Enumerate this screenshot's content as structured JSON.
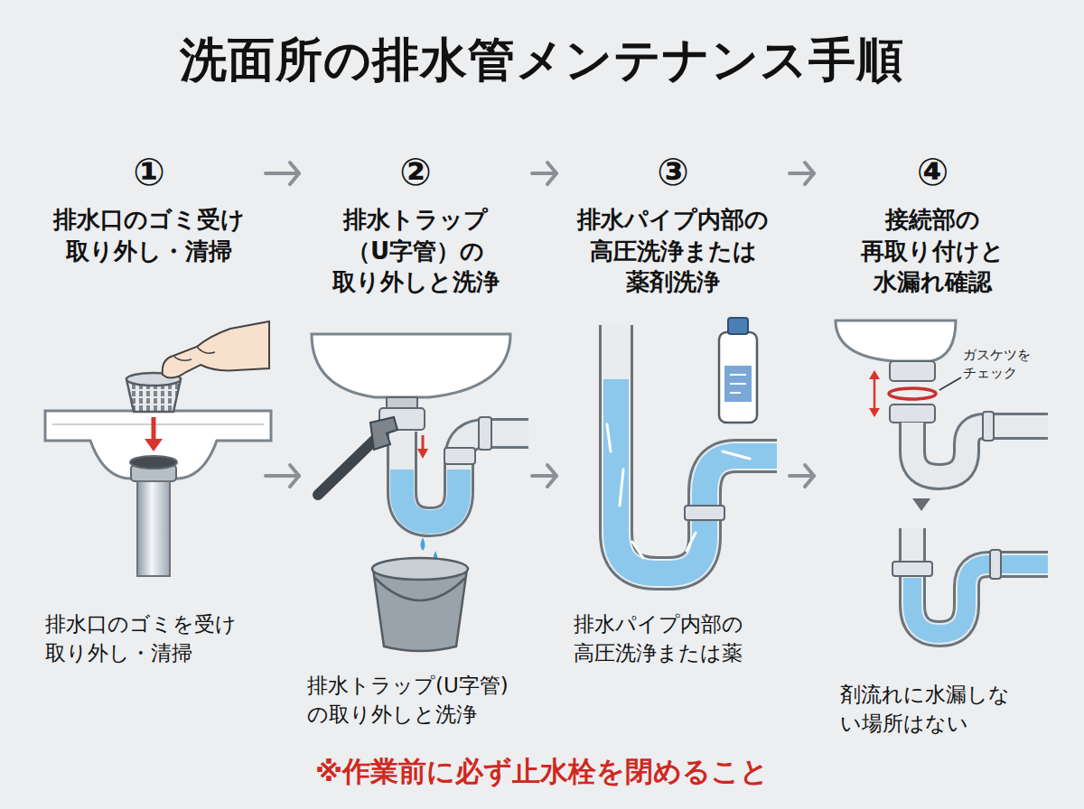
{
  "diagram": {
    "title": "洗面所の排水管メンテナンス手順",
    "nodes": [
      {
        "text": [
          "①",
          "排水口のゴミ受け 取り外し・清掃",
          "排水口のゴミを受け 取り外し・清掃"
        ]
      },
      {
        "text": [
          "②",
          "排水トラップ （U字管）の 取り外しと洗浄",
          "排水トラップ(U字管) の取り外しと洗浄"
        ]
      },
      {
        "text": [
          "③",
          "排水パイプ内部の 高圧洗浄または 薬剤洗浄",
          "排水パイプ内部の 高圧洗浄または薬"
        ]
      },
      {
        "text": [
          "④",
          "接続部の 再取り付けと 水漏れ確認",
          "剤流れに水漏しな い場所はない"
        ]
      }
    ],
    "edges": [
      {
        "from": 0,
        "to": 1,
        "arrow": "to"
      },
      {
        "from": 1,
        "to": 2,
        "arrow": "to"
      },
      {
        "from": 2,
        "to": 3,
        "arrow": "to"
      },
      {
        "from": 0,
        "to": 1,
        "arrow": "to"
      },
      {
        "from": 1,
        "to": 2,
        "arrow": "to"
      },
      {
        "from": 2,
        "to": 3,
        "arrow": "to"
      }
    ],
    "labels": [
      "ガスケツを チェック",
      "※作業前に必ず止水栓を閉めること"
    ]
  }
}
